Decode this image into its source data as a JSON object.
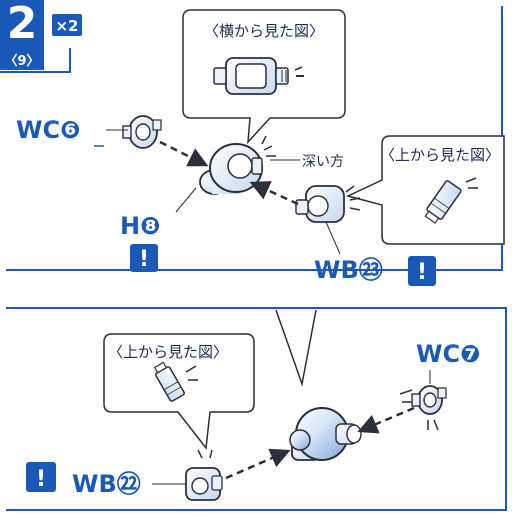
{
  "step": {
    "number": "2",
    "multiplier": "×2",
    "sub": "〈9〉"
  },
  "callouts": {
    "side_view": "〈横から見た図〉",
    "top_view_upper": "〈上から見た図〉",
    "top_view_lower": "〈上から見た図〉"
  },
  "labels": {
    "wc6": "WC❻",
    "h8": "H❽",
    "wb23": "WB㉓",
    "wc7": "WC❼",
    "wb22": "WB㉒",
    "deep_side": "深い方"
  },
  "warning_mark": "!",
  "colors": {
    "accent_blue": "#1b59b8",
    "part_light": "#eaf1fb",
    "part_mid": "#b9cfee",
    "outline": "#2a2f3a",
    "panel_line": "#1b59b8"
  }
}
